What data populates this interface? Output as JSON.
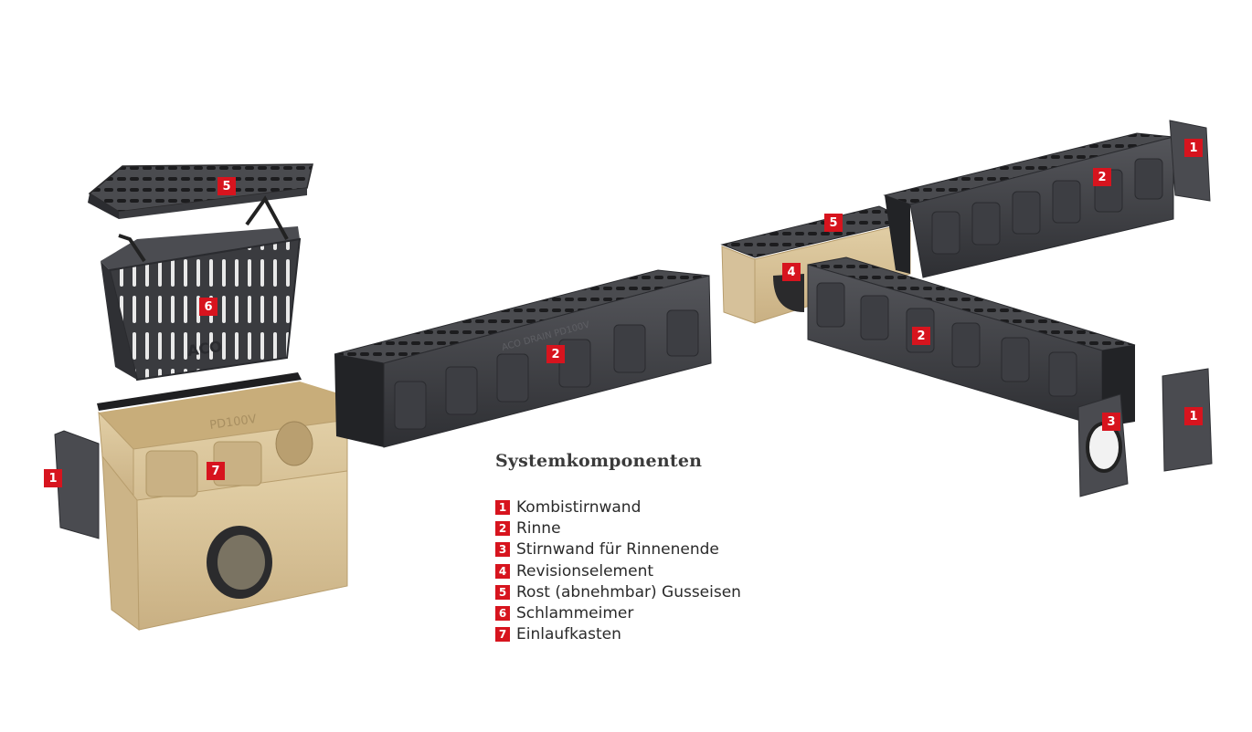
{
  "legend": {
    "title": "Systemkomponenten",
    "items": [
      {
        "num": "1",
        "label": "Kombistirnwand"
      },
      {
        "num": "2",
        "label": "Rinne"
      },
      {
        "num": "3",
        "label": "Stirnwand für Rinnenende"
      },
      {
        "num": "4",
        "label": "Revisionselement"
      },
      {
        "num": "5",
        "label": "Rost (abnehmbar) Gusseisen"
      },
      {
        "num": "6",
        "label": "Schlammeimer"
      },
      {
        "num": "7",
        "label": "Einlaufkasten"
      }
    ]
  },
  "callouts": {
    "grate_top_left": "5",
    "bucket": "6",
    "inlet_box": "7",
    "end_wall_left": "1",
    "channel_center": "2",
    "grate_inspection": "5",
    "inspection_element": "4",
    "channel_right_back": "2",
    "channel_right_front": "2",
    "end_wall_top_right": "1",
    "end_cap_outlet": "3",
    "end_wall_bottom_right": "1"
  },
  "product_text": {
    "channel_embossing": "ACO DRAIN PD100V",
    "bucket_embossing": "ACO",
    "inlet_embossing": "PD100V"
  },
  "colors": {
    "callout_red": "#d7141e",
    "polymer_dark": "#3d3d40",
    "concrete_beige": "#d8c39a"
  }
}
